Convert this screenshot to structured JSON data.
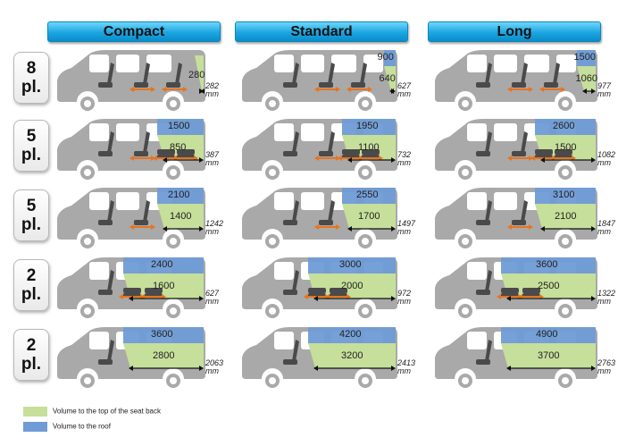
{
  "columns": [
    "Compact",
    "Standard",
    "Long"
  ],
  "rows": [
    {
      "num": "8",
      "unit": "pl.",
      "cells": [
        {
          "low": "280",
          "high": "",
          "len": "282",
          "mm": "mm"
        },
        {
          "low": "640",
          "high": "900",
          "len": "627",
          "mm": "mm"
        },
        {
          "low": "1060",
          "high": "1500",
          "len": "977",
          "mm": "mm"
        }
      ]
    },
    {
      "num": "5",
      "unit": "pl.",
      "cells": [
        {
          "low": "850",
          "high": "1500",
          "len": "387",
          "mm": "mm"
        },
        {
          "low": "1100",
          "high": "1950",
          "len": "732",
          "mm": "mm"
        },
        {
          "low": "1500",
          "high": "2600",
          "len": "1082",
          "mm": "mm"
        }
      ]
    },
    {
      "num": "5",
      "unit": "pl.",
      "cells": [
        {
          "low": "1400",
          "high": "2100",
          "len": "1242",
          "mm": "mm"
        },
        {
          "low": "1700",
          "high": "2550",
          "len": "1497",
          "mm": "mm"
        },
        {
          "low": "2100",
          "high": "3100",
          "len": "1847",
          "mm": "mm"
        }
      ]
    },
    {
      "num": "2",
      "unit": "pl.",
      "cells": [
        {
          "low": "1600",
          "high": "2400",
          "len": "627",
          "mm": "mm"
        },
        {
          "low": "2000",
          "high": "3000",
          "len": "972",
          "mm": "mm"
        },
        {
          "low": "2500",
          "high": "3600",
          "len": "1322",
          "mm": "mm"
        }
      ]
    },
    {
      "num": "2",
      "unit": "pl.",
      "cells": [
        {
          "low": "2800",
          "high": "3600",
          "len": "2063",
          "mm": "mm"
        },
        {
          "low": "3200",
          "high": "4200",
          "len": "2413",
          "mm": "mm"
        },
        {
          "low": "3700",
          "high": "4900",
          "len": "2763",
          "mm": "mm"
        }
      ]
    }
  ],
  "legend": [
    {
      "label": "Volume to the top of the seat back",
      "color": "#c6df9a"
    },
    {
      "label": "Volume to the roof",
      "color": "#6f9bd6"
    }
  ],
  "colors": {
    "header_fill": "#1ba6e2",
    "van_body": "#a9a9a9",
    "window": "#ffffff",
    "seat": "#4a4a4a",
    "arrow": "#e8731e",
    "cargo_low": "#c6df9a",
    "cargo_high": "#6f9bd6"
  },
  "icons": {
    "vehicle": "van-silhouette-icon",
    "seat": "seat-icon",
    "measure": "double-arrow-icon"
  }
}
